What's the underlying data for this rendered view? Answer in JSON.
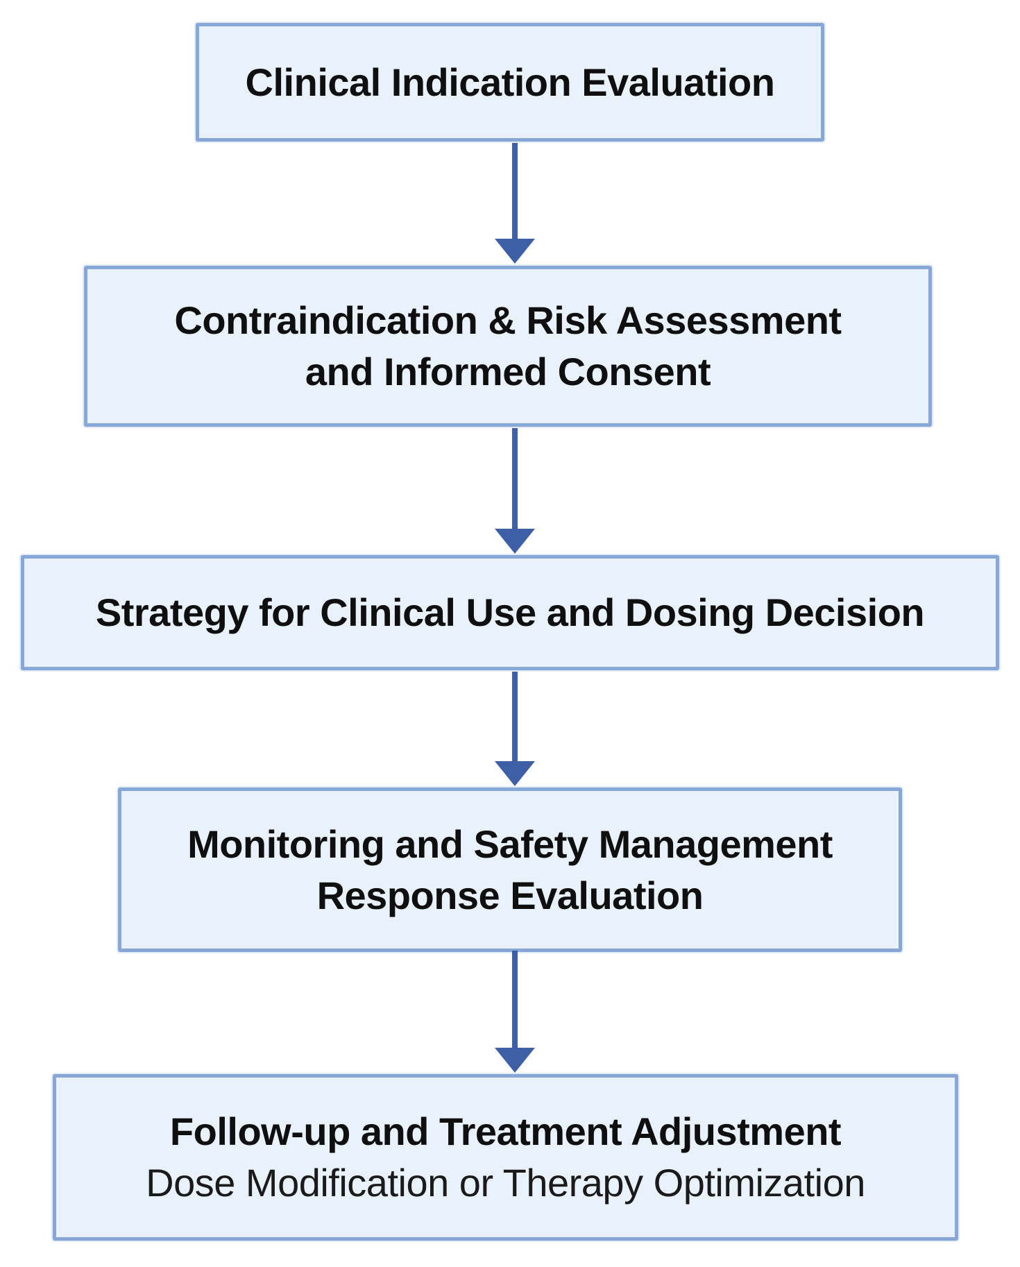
{
  "figure": {
    "type": "flowchart",
    "direction": "top-down",
    "colors": {
      "background": "#ffffff",
      "box_fill": "#e9f1fb",
      "box_border": "#86a7d7",
      "arrow": "#3e5fa6",
      "text": "#0f0f0f"
    }
  },
  "steps": [
    {
      "name": "clinical-indication-evaluation",
      "lines": [
        "Clinical Indication Evaluation"
      ]
    },
    {
      "name": "contraindication-risk-assessment",
      "lines": [
        "Contraindication & Risk Assessment",
        "and Informed Consent"
      ]
    },
    {
      "name": "strategy-clinical-use-dosing",
      "lines": [
        "Strategy for Clinical Use and Dosing Decision"
      ]
    },
    {
      "name": "monitoring-safety-response",
      "lines": [
        "Monitoring and Safety Management",
        "Response Evaluation"
      ]
    },
    {
      "name": "follow-up-treatment-adjustment",
      "lines": [
        "Follow-up and Treatment Adjustment",
        "Dose Modification or Therapy Optimization"
      ]
    }
  ]
}
